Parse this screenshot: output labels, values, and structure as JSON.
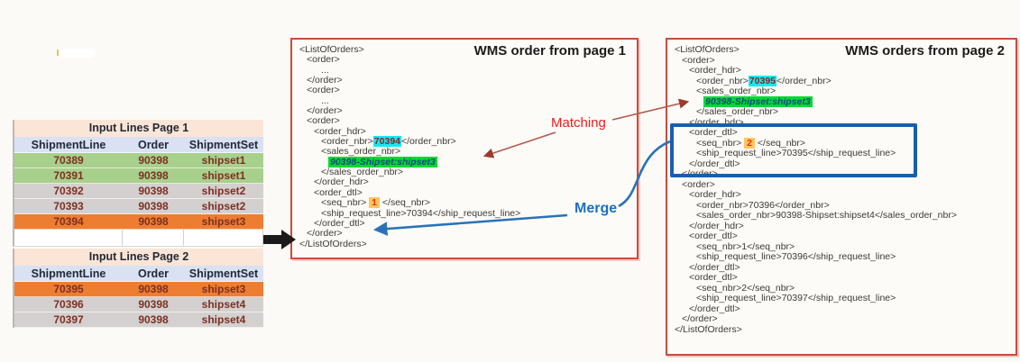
{
  "colors": {
    "page_bg": "#fcfaf6",
    "panel_border": "#c94b3b",
    "title_row_bg": "#fbe5d6",
    "header_row_bg": "#d9e1f2",
    "row_green": "#a8d08d",
    "row_gray": "#d3d0cf",
    "row_orange": "#ed7d31",
    "row_white": "#ffffff",
    "cell_text": "#7c2f23",
    "highlight_cyan": "#18e7f2",
    "highlight_green": "#00d931",
    "highlight_amber": "#ffc65c",
    "matching_red": "#ee1c1c",
    "merge_blue": "#1d6fc0",
    "blue_box_border": "#1a5dad",
    "black_arrow": "#1a1a1a"
  },
  "tables": [
    {
      "title": "Input Lines Page 1",
      "columns": [
        "ShipmentLine",
        "Order",
        "ShipmentSet"
      ],
      "rows": [
        {
          "cells": [
            "70389",
            "90398",
            "shipset1"
          ],
          "variant": "green"
        },
        {
          "cells": [
            "70391",
            "90398",
            "shipset1"
          ],
          "variant": "green"
        },
        {
          "cells": [
            "70392",
            "90398",
            "shipset2"
          ],
          "variant": "gray"
        },
        {
          "cells": [
            "70393",
            "90398",
            "shipset2"
          ],
          "variant": "gray"
        },
        {
          "cells": [
            "70394",
            "90398",
            "shipset3"
          ],
          "variant": "orange"
        }
      ]
    },
    {
      "title": "Input Lines Page 2",
      "columns": [
        "ShipmentLine",
        "Order",
        "ShipmentSet"
      ],
      "rows": [
        {
          "cells": [
            "70395",
            "90398",
            "shipset3"
          ],
          "variant": "orange"
        },
        {
          "cells": [
            "70396",
            "90398",
            "shipset4"
          ],
          "variant": "gray"
        },
        {
          "cells": [
            "70397",
            "90398",
            "shipset4"
          ],
          "variant": "gray"
        }
      ]
    }
  ],
  "panels": [
    {
      "title": "WMS order from page 1",
      "lines": [
        {
          "ind": 0,
          "seg": [
            {
              "t": "<ListOfOrders>"
            }
          ]
        },
        {
          "ind": 1,
          "seg": [
            {
              "t": "<order>"
            }
          ]
        },
        {
          "ind": 3,
          "seg": [
            {
              "t": "..."
            }
          ]
        },
        {
          "ind": 1,
          "seg": [
            {
              "t": "</order>"
            }
          ]
        },
        {
          "ind": 1,
          "seg": [
            {
              "t": "<order>"
            }
          ]
        },
        {
          "ind": 3,
          "seg": [
            {
              "t": "..."
            }
          ]
        },
        {
          "ind": 1,
          "seg": [
            {
              "t": "</order>"
            }
          ]
        },
        {
          "ind": 1,
          "seg": [
            {
              "t": "<order>"
            }
          ]
        },
        {
          "ind": 2,
          "seg": [
            {
              "t": "<order_hdr>"
            }
          ]
        },
        {
          "ind": 3,
          "seg": [
            {
              "t": "<order_nbr>"
            },
            {
              "t": "70394",
              "h": "cyan"
            },
            {
              "t": "</order_nbr>"
            }
          ]
        },
        {
          "ind": 3,
          "seg": [
            {
              "t": "<sales_order_nbr>"
            }
          ]
        },
        {
          "ind": 4,
          "seg": [
            {
              "t": "90398-Shipset:shipset3",
              "h": "green"
            }
          ]
        },
        {
          "ind": 3,
          "seg": [
            {
              "t": "</sales_order_nbr>"
            }
          ]
        },
        {
          "ind": 2,
          "seg": [
            {
              "t": "</order_hdr>"
            }
          ]
        },
        {
          "ind": 2,
          "seg": [
            {
              "t": "<order_dtl>"
            }
          ]
        },
        {
          "ind": 3,
          "seg": [
            {
              "t": "<seq_nbr> "
            },
            {
              "t": "1",
              "h": "amber"
            },
            {
              "t": " </seq_nbr>"
            }
          ]
        },
        {
          "ind": 3,
          "seg": [
            {
              "t": "<ship_request_line>70394</ship_request_line>"
            }
          ]
        },
        {
          "ind": 2,
          "seg": [
            {
              "t": "</order_dtl>"
            }
          ]
        },
        {
          "ind": 1,
          "seg": [
            {
              "t": "</order>"
            }
          ]
        },
        {
          "ind": 0,
          "seg": [
            {
              "t": "</ListOfOrders>"
            }
          ]
        }
      ]
    },
    {
      "title": "WMS orders from page 2",
      "lines": [
        {
          "ind": 0,
          "seg": [
            {
              "t": "<ListOfOrders>"
            }
          ]
        },
        {
          "ind": 1,
          "seg": [
            {
              "t": "<order>"
            }
          ]
        },
        {
          "ind": 2,
          "seg": [
            {
              "t": "<order_hdr>"
            }
          ]
        },
        {
          "ind": 3,
          "seg": [
            {
              "t": "<order_nbr>"
            },
            {
              "t": "70395",
              "h": "cyan"
            },
            {
              "t": "</order_nbr>"
            }
          ]
        },
        {
          "ind": 3,
          "seg": [
            {
              "t": "<sales_order_nbr>"
            }
          ]
        },
        {
          "ind": 4,
          "seg": [
            {
              "t": "90398-Shipset:shipset3",
              "h": "green"
            }
          ]
        },
        {
          "ind": 3,
          "seg": [
            {
              "t": "</sales_order_nbr>"
            }
          ]
        },
        {
          "ind": 2,
          "seg": [
            {
              "t": "</order_hdr>"
            }
          ]
        },
        {
          "ind": 2,
          "seg": [
            {
              "t": "<order_dtl>"
            }
          ]
        },
        {
          "ind": 3,
          "seg": [
            {
              "t": "<seq_nbr> "
            },
            {
              "t": "2",
              "h": "amber"
            },
            {
              "t": " </seq_nbr>"
            }
          ]
        },
        {
          "ind": 3,
          "seg": [
            {
              "t": "<ship_request_line>70395</ship_request_line>"
            }
          ]
        },
        {
          "ind": 2,
          "seg": [
            {
              "t": "</order_dtl>"
            }
          ]
        },
        {
          "ind": 1,
          "seg": [
            {
              "t": "</order>"
            }
          ]
        },
        {
          "ind": 1,
          "seg": [
            {
              "t": "<order>"
            }
          ]
        },
        {
          "ind": 2,
          "seg": [
            {
              "t": "<order_hdr>"
            }
          ]
        },
        {
          "ind": 3,
          "seg": [
            {
              "t": "<order_nbr>70396</order_nbr>"
            }
          ]
        },
        {
          "ind": 3,
          "seg": [
            {
              "t": "<sales_order_nbr>90398-Shipset:shipset4</sales_order_nbr>"
            }
          ]
        },
        {
          "ind": 2,
          "seg": [
            {
              "t": "</order_hdr>"
            }
          ]
        },
        {
          "ind": 2,
          "seg": [
            {
              "t": "<order_dtl>"
            }
          ]
        },
        {
          "ind": 3,
          "seg": [
            {
              "t": "<seq_nbr>1</seq_nbr>"
            }
          ]
        },
        {
          "ind": 3,
          "seg": [
            {
              "t": "<ship_request_line>70396</ship_request_line>"
            }
          ]
        },
        {
          "ind": 2,
          "seg": [
            {
              "t": "</order_dtl>"
            }
          ]
        },
        {
          "ind": 2,
          "seg": [
            {
              "t": "<order_dtl>"
            }
          ]
        },
        {
          "ind": 3,
          "seg": [
            {
              "t": "<seq_nbr>2</seq_nbr>"
            }
          ]
        },
        {
          "ind": 3,
          "seg": [
            {
              "t": "<ship_request_line>70397</ship_request_line>"
            }
          ]
        },
        {
          "ind": 2,
          "seg": [
            {
              "t": "</order_dtl>"
            }
          ]
        },
        {
          "ind": 1,
          "seg": [
            {
              "t": "</order>"
            }
          ]
        },
        {
          "ind": 0,
          "seg": [
            {
              "t": "</ListOfOrders>"
            }
          ]
        }
      ]
    }
  ],
  "annotations": {
    "matching": "Matching",
    "merge": "Merge"
  }
}
